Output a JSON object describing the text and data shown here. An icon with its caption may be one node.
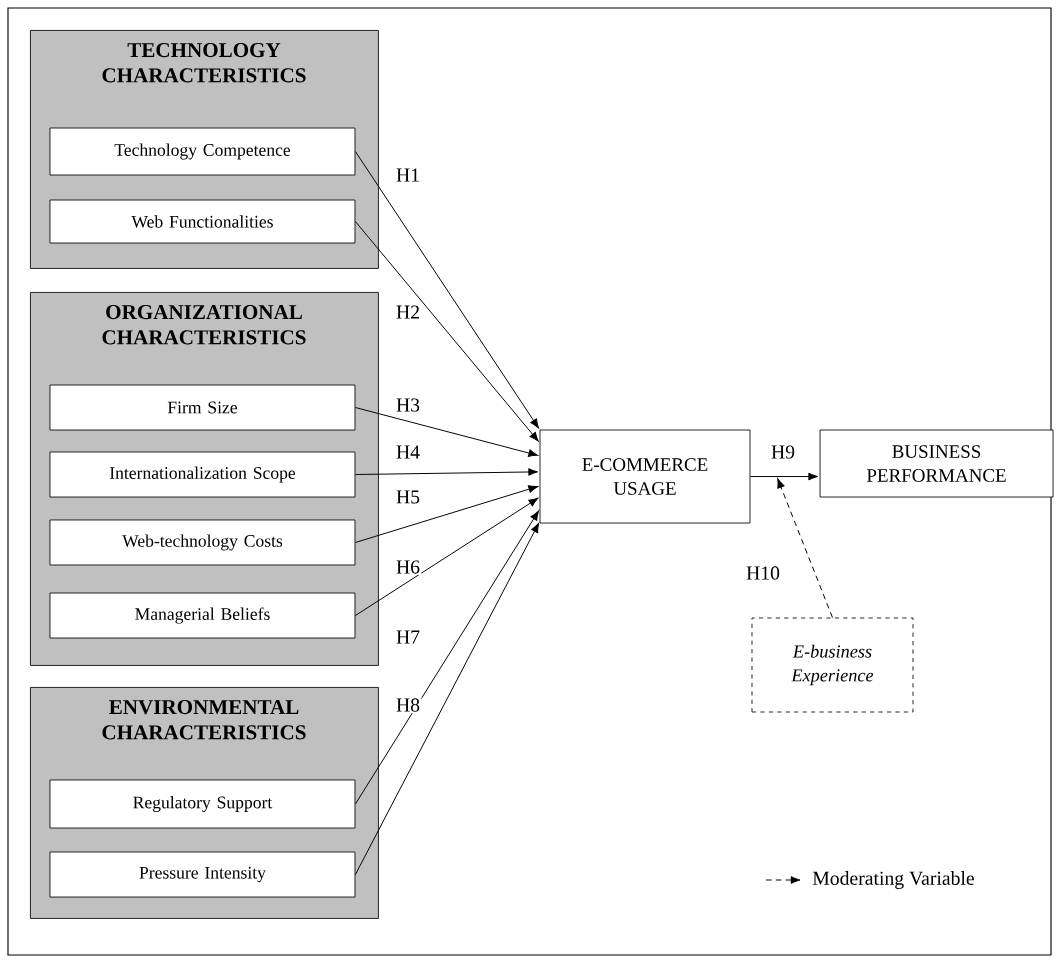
{
  "diagram": {
    "nodes": [
      {
        "text": [
          "TECHNOLOGY CHARACTERISTICS"
        ]
      },
      {
        "text": [
          "Technology Competence"
        ],
        "in": 0
      },
      {
        "text": [
          "Web Functionalities"
        ],
        "in": 0
      },
      {
        "text": [
          "ORGANIZATIONAL CHARACTERISTICS"
        ]
      },
      {
        "text": [
          "Firm Size"
        ],
        "in": 3
      },
      {
        "text": [
          "Internationalization Scope"
        ],
        "in": 3
      },
      {
        "text": [
          "Web-technology Costs"
        ],
        "in": 3
      },
      {
        "text": [
          "Managerial Beliefs"
        ],
        "in": 3
      },
      {
        "text": [
          "ENVIRONMENTAL CHARACTERISTICS"
        ]
      },
      {
        "text": [
          "Regulatory Support"
        ],
        "in": 8
      },
      {
        "text": [
          "Pressure Intensity"
        ],
        "in": 8
      },
      {
        "text": [
          "E-COMMERCE USAGE"
        ]
      },
      {
        "text": [
          "BUSINESS PERFORMANCE"
        ]
      },
      {
        "text": [
          "E-business Experience"
        ]
      }
    ],
    "edges": [
      {
        "from": 1,
        "to": 11,
        "arrow": "to",
        "label": "H1"
      },
      {
        "from": 2,
        "to": 11,
        "arrow": "to",
        "label": "H2"
      },
      {
        "from": 4,
        "to": 11,
        "arrow": "to",
        "label": "H3"
      },
      {
        "from": 5,
        "to": 11,
        "arrow": "to",
        "label": "H4"
      },
      {
        "from": 6,
        "to": 11,
        "arrow": "to",
        "label": "H5"
      },
      {
        "from": 7,
        "to": 11,
        "arrow": "to",
        "label": "H6"
      },
      {
        "from": 9,
        "to": 11,
        "arrow": "to",
        "label": "H7"
      },
      {
        "from": 10,
        "to": 11,
        "arrow": "to",
        "label": "H8"
      },
      {
        "from": 11,
        "to": 12,
        "arrow": "to",
        "label": "H9"
      },
      {
        "from": 13,
        "to": null,
        "arrow": "to",
        "label": "H10",
        "style": "dashed"
      }
    ],
    "legend": [
      {
        "text": "Moderating Variable"
      }
    ]
  }
}
